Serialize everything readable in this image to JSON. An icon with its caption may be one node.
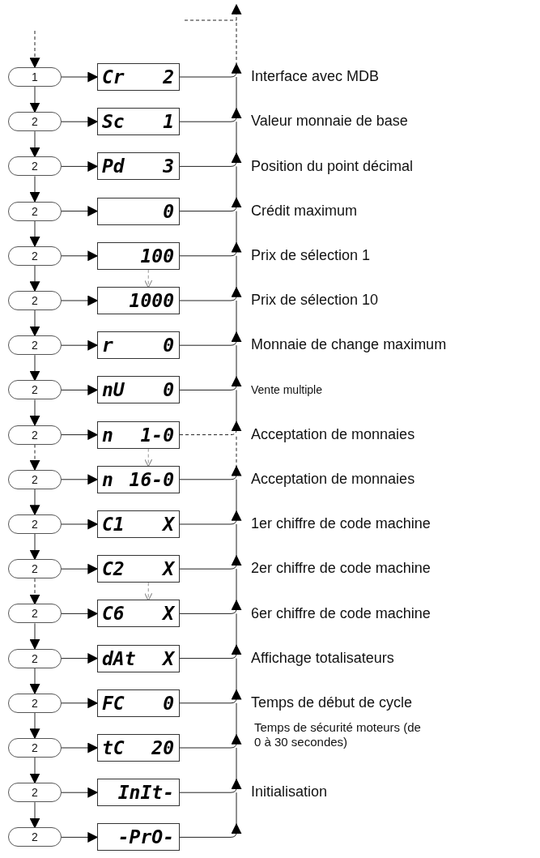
{
  "diagram": {
    "nodes": [
      {
        "text": [
          "1"
        ]
      },
      {
        "text": [
          "Cr 2"
        ]
      },
      {
        "text": [
          "2"
        ]
      },
      {
        "text": [
          "Sc 1"
        ]
      },
      {
        "text": [
          "2"
        ]
      },
      {
        "text": [
          "Pd 3"
        ]
      },
      {
        "text": [
          "2"
        ]
      },
      {
        "text": [
          "0"
        ]
      },
      {
        "text": [
          "2"
        ]
      },
      {
        "text": [
          "100"
        ]
      },
      {
        "text": [
          "2"
        ]
      },
      {
        "text": [
          "1000"
        ]
      },
      {
        "text": [
          "2"
        ]
      },
      {
        "text": [
          "r 0"
        ]
      },
      {
        "text": [
          "2"
        ]
      },
      {
        "text": [
          "nU 0"
        ]
      },
      {
        "text": [
          "2"
        ]
      },
      {
        "text": [
          "n 1-0"
        ]
      },
      {
        "text": [
          "2"
        ]
      },
      {
        "text": [
          "n 16-0"
        ]
      },
      {
        "text": [
          "2"
        ]
      },
      {
        "text": [
          "C1 X"
        ]
      },
      {
        "text": [
          "2"
        ]
      },
      {
        "text": [
          "C2 X"
        ]
      },
      {
        "text": [
          "2"
        ]
      },
      {
        "text": [
          "C6 X"
        ]
      },
      {
        "text": [
          "2"
        ]
      },
      {
        "text": [
          "dAt X"
        ]
      },
      {
        "text": [
          "2"
        ]
      },
      {
        "text": [
          "FC 0"
        ]
      },
      {
        "text": [
          "2"
        ]
      },
      {
        "text": [
          "tC 20"
        ]
      },
      {
        "text": [
          "2"
        ]
      },
      {
        "text": [
          "InIt-"
        ]
      },
      {
        "text": [
          "2"
        ]
      },
      {
        "text": [
          "-PrO-"
        ]
      }
    ],
    "edges": [
      {
        "from": null,
        "to": 0,
        "arrow": "to",
        "style": "dashed"
      },
      {
        "from": 0,
        "to": 1,
        "arrow": "to"
      },
      {
        "from": 1,
        "to": null,
        "arrow": "to"
      },
      {
        "from": 0,
        "to": 2,
        "arrow": "to"
      },
      {
        "from": 2,
        "to": 3,
        "arrow": "to"
      },
      {
        "from": 3,
        "to": null,
        "arrow": "to"
      },
      {
        "from": 2,
        "to": 4,
        "arrow": "to"
      },
      {
        "from": 4,
        "to": 5,
        "arrow": "to"
      },
      {
        "from": 5,
        "to": null,
        "arrow": "to"
      },
      {
        "from": 4,
        "to": 6,
        "arrow": "to"
      },
      {
        "from": 6,
        "to": 7,
        "arrow": "to"
      },
      {
        "from": 7,
        "to": null,
        "arrow": "to"
      },
      {
        "from": 6,
        "to": 8,
        "arrow": "to"
      },
      {
        "from": 8,
        "to": 9,
        "arrow": "to"
      },
      {
        "from": 9,
        "to": null,
        "arrow": "to"
      },
      {
        "from": 8,
        "to": 10,
        "arrow": "to"
      },
      {
        "from": 10,
        "to": 11,
        "arrow": "to"
      },
      {
        "from": 11,
        "to": null,
        "arrow": "to"
      },
      {
        "from": 10,
        "to": 12,
        "arrow": "to"
      },
      {
        "from": 12,
        "to": 13,
        "arrow": "to"
      },
      {
        "from": 13,
        "to": null,
        "arrow": "to"
      },
      {
        "from": 12,
        "to": 14,
        "arrow": "to"
      },
      {
        "from": 14,
        "to": 15,
        "arrow": "to"
      },
      {
        "from": 15,
        "to": null,
        "arrow": "to"
      },
      {
        "from": 14,
        "to": 16,
        "arrow": "to"
      },
      {
        "from": 16,
        "to": 17,
        "arrow": "to"
      },
      {
        "from": 17,
        "to": null,
        "arrow": "to",
        "style": "dashed"
      },
      {
        "from": 16,
        "to": 18,
        "arrow": "to",
        "style": "dashed"
      },
      {
        "from": 18,
        "to": 19,
        "arrow": "to"
      },
      {
        "from": 19,
        "to": null,
        "arrow": "to"
      },
      {
        "from": 18,
        "to": 20,
        "arrow": "to"
      },
      {
        "from": 20,
        "to": 21,
        "arrow": "to"
      },
      {
        "from": 21,
        "to": null,
        "arrow": "to"
      },
      {
        "from": 20,
        "to": 22,
        "arrow": "to"
      },
      {
        "from": 22,
        "to": 23,
        "arrow": "to"
      },
      {
        "from": 23,
        "to": null,
        "arrow": "to"
      },
      {
        "from": 22,
        "to": 24,
        "arrow": "to",
        "style": "dashed"
      },
      {
        "from": 24,
        "to": 25,
        "arrow": "to"
      },
      {
        "from": 25,
        "to": null,
        "arrow": "to"
      },
      {
        "from": 24,
        "to": 26,
        "arrow": "to"
      },
      {
        "from": 26,
        "to": 27,
        "arrow": "to"
      },
      {
        "from": 27,
        "to": null,
        "arrow": "to"
      },
      {
        "from": 26,
        "to": 28,
        "arrow": "to"
      },
      {
        "from": 28,
        "to": 29,
        "arrow": "to"
      },
      {
        "from": 29,
        "to": null,
        "arrow": "to"
      },
      {
        "from": 28,
        "to": 30,
        "arrow": "to"
      },
      {
        "from": 30,
        "to": 31,
        "arrow": "to"
      },
      {
        "from": 31,
        "to": null,
        "arrow": "to"
      },
      {
        "from": 30,
        "to": 32,
        "arrow": "to"
      },
      {
        "from": 32,
        "to": 33,
        "arrow": "to"
      },
      {
        "from": 33,
        "to": null,
        "arrow": "to"
      },
      {
        "from": 32,
        "to": 34,
        "arrow": "to"
      },
      {
        "from": 34,
        "to": 35,
        "arrow": "to"
      },
      {
        "from": 35,
        "to": null,
        "arrow": "to"
      },
      {
        "from": 9,
        "to": 11,
        "arrow": "to",
        "style": "dashed",
        "color": "#888888"
      },
      {
        "from": 17,
        "to": 19,
        "arrow": "to",
        "style": "dashed",
        "color": "#888888"
      },
      {
        "from": 23,
        "to": 25,
        "arrow": "to",
        "style": "dashed",
        "color": "#888888"
      }
    ],
    "labels": [
      "Interface avec MDB",
      "Valeur monnaie de base",
      "Position du point décimal",
      "Crédit maximum",
      "Prix de sélection 1",
      "Prix de sélection 10",
      "Monnaie de change maximum",
      "Vente multiple",
      "Acceptation de monnaies",
      "Acceptation de monnaies",
      "1er chiffre de code machine",
      "2er chiffre de code machine",
      "6er chiffre de code machine",
      "Affichage totalisateurs",
      "Temps de début de cycle",
      "Temps de sécurité moteurs (de 0 à 30 secondes)",
      "Initialisation"
    ]
  }
}
